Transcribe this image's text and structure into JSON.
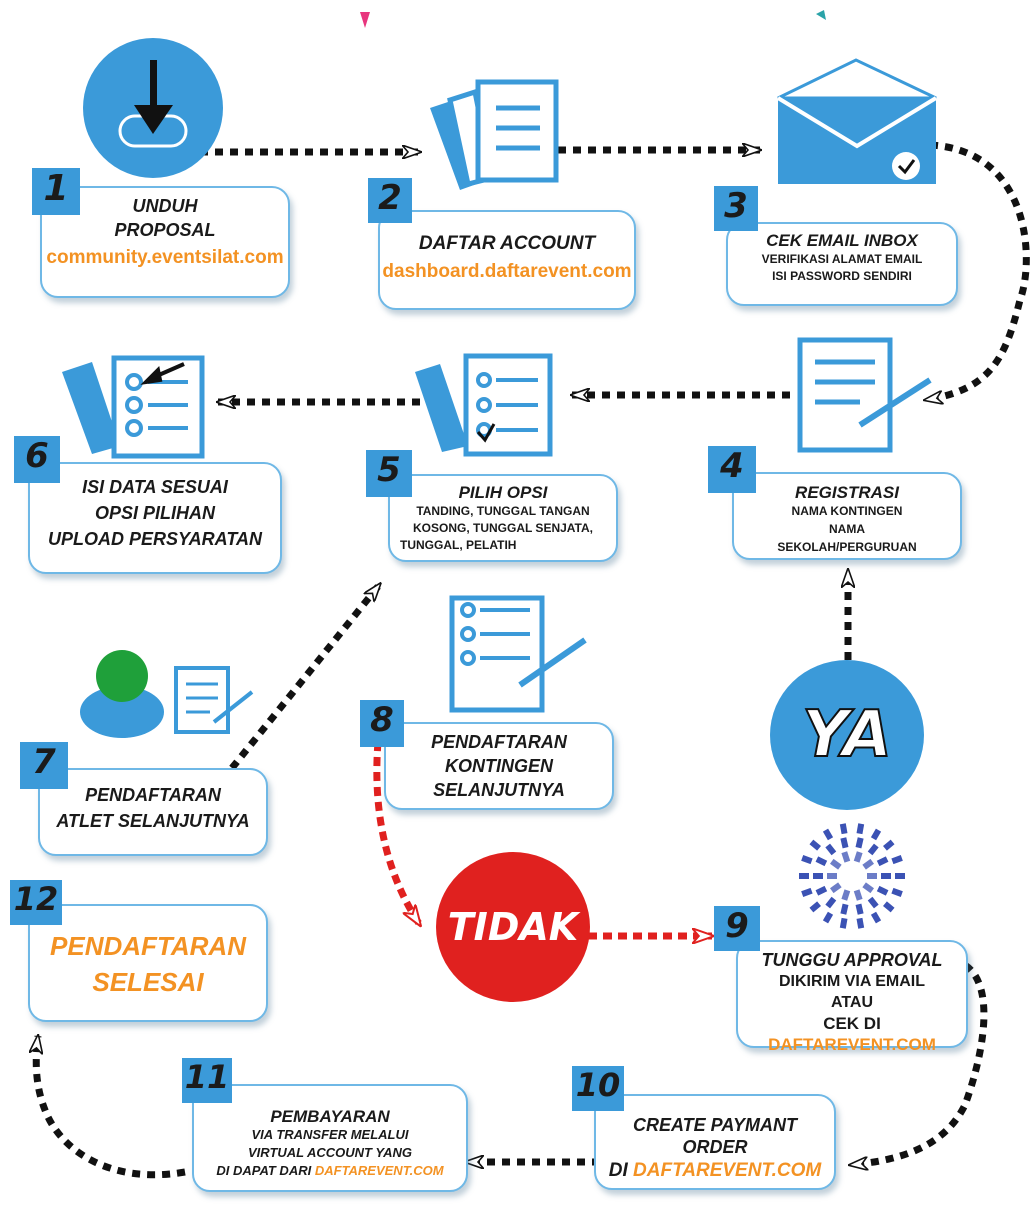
{
  "colors": {
    "blue": "#3b9ad9",
    "orange": "#f39223",
    "red": "#e0211f",
    "green": "#1fa03a",
    "dark": "#1a1a1a"
  },
  "steps": [
    {
      "num": "1",
      "lines": [
        "UNDUH",
        "PROPOSAL"
      ],
      "link": "community.eventsilat.com"
    },
    {
      "num": "2",
      "lines": [
        "DAFTAR ACCOUNT"
      ],
      "link": "dashboard.daftarevent.com"
    },
    {
      "num": "3",
      "title": "CEK EMAIL INBOX",
      "lines": [
        "VERIFIKASI ALAMAT EMAIL",
        "ISI PASSWORD SENDIRI"
      ]
    },
    {
      "num": "4",
      "title": "REGISTRASI",
      "lines": [
        "NAMA KONTINGEN",
        "NAMA",
        "SEKOLAH/PERGURUAN"
      ]
    },
    {
      "num": "5",
      "title": "PILIH OPSI",
      "lines": [
        "TANDING, TUNGGAL TANGAN",
        "KOSONG, TUNGGAL SENJATA,",
        "TUNGGAL, PELATIH"
      ]
    },
    {
      "num": "6",
      "lines": [
        "ISI DATA SESUAI",
        "OPSI PILIHAN",
        "UPLOAD  PERSYARATAN"
      ]
    },
    {
      "num": "7",
      "lines": [
        "PENDAFTARAN",
        "ATLET SELANJUTNYA"
      ]
    },
    {
      "num": "8",
      "lines": [
        "PENDAFTARAN",
        "KONTINGEN",
        "SELANJUTNYA"
      ]
    },
    {
      "num": "9",
      "title": "TUNGGU APPROVAL",
      "lines": [
        "DIKIRIM VIA EMAIL",
        "ATAU"
      ],
      "prefix": "CEK DI ",
      "link": "DAFTAREVENT.COM"
    },
    {
      "num": "10",
      "lines": [
        "CREATE PAYMANT",
        "ORDER"
      ],
      "prefix": "DI ",
      "link": "DAFTAREVENT.COM"
    },
    {
      "num": "11",
      "title": "PEMBAYARAN",
      "lines": [
        "VIA TRANSFER MELALUI",
        "VIRTUAL ACCOUNT YANG"
      ],
      "prefix": "DI DAPAT DARI ",
      "link": "DAFTAREVENT.COM"
    },
    {
      "num": "12",
      "lines": [
        "PENDAFTARAN",
        "SELESAI"
      ]
    }
  ],
  "decisions": {
    "yes": "YA",
    "no": "TIDAK"
  }
}
